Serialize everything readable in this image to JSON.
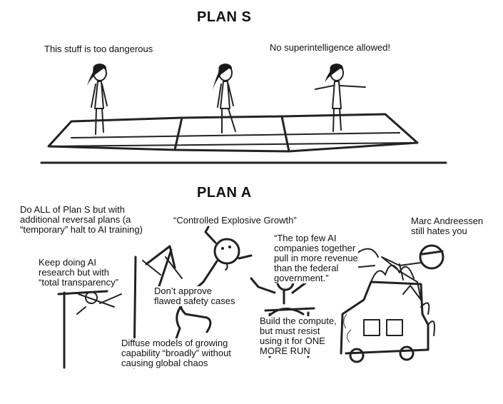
{
  "plan_s": {
    "title": "PLAN S",
    "caption_left": "This stuff is too dangerous",
    "caption_right": "No superintelligence allowed!"
  },
  "plan_a": {
    "title": "PLAN A",
    "captions": {
      "reversal": "Do ALL of Plan S but with\nadditional reversal plans (a\n“temporary” halt to AI training)",
      "transparency": "Keep doing AI\nresearch but with\n“total transparency”",
      "explosive": "“Controlled Explosive Growth”",
      "safety": "Don’t approve\nflawed safety cases",
      "diffuse": "Diffuse models of growing\ncapability “broadly” without\ncausing global chaos",
      "revenue": "“The top few AI\ncompanies together\npull in more revenue\nthan the federal\ngovernment.”",
      "andreessen": "Marc Andreessen\nstill hates you",
      "compute": "Build the compute,\nbut must resist\nusing it for ONE\nMORE RUN"
    }
  }
}
